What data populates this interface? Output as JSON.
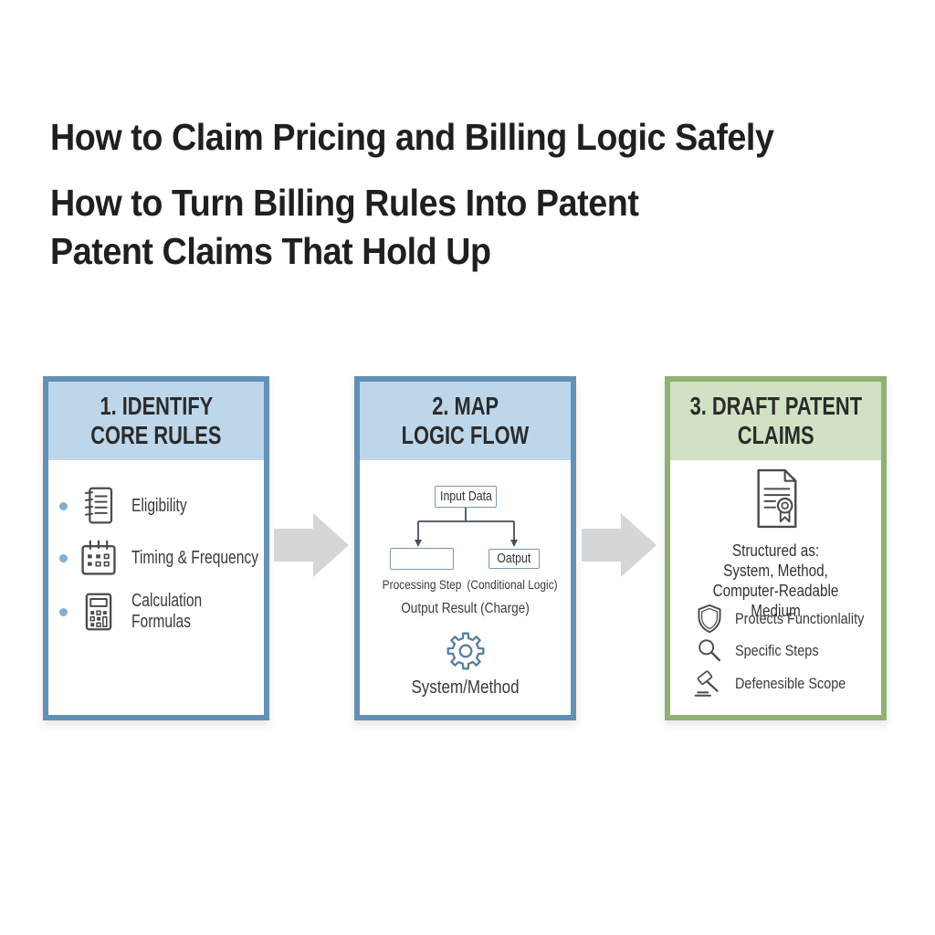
{
  "header": {
    "title": "How to Claim Pricing and Billing Logic Safely",
    "subtitle_line1": "How to Turn Billing Rules Into Patent",
    "subtitle_line2": "Patent Claims That Hold Up"
  },
  "colors": {
    "panel_blue_border": "#6291b7",
    "panel_blue_header_bg": "#bdd6ea",
    "panel_green_border": "#90b173",
    "panel_green_header_bg": "#d1e1c3",
    "arrow_gray": "#d4d6d8",
    "accent_steel_blue": "#54809f",
    "bullet_blue": "#84aecf",
    "title_text": "#1f1f1f",
    "body_text": "#3a3a3a"
  },
  "panels": [
    {
      "step": "1",
      "title_line1": "1. IDENTIFY",
      "title_line2": "CORE RULES",
      "items": [
        {
          "icon": "notepad-icon",
          "label": "Eligibility"
        },
        {
          "icon": "calendar-icon",
          "label": "Timing & Frequency"
        },
        {
          "icon": "calculator-icon",
          "label": "Calculation Formulas"
        }
      ]
    },
    {
      "step": "2",
      "title_line1": "2. MAP",
      "title_line2": "LOGIC FLOW",
      "flow": {
        "input_box_label": "Input Data",
        "processing_box_caption": "Processing Step",
        "output_box_label": "Oatput",
        "output_box_caption": "(Conditional Logic)",
        "result_text": "Output Result (Charge)",
        "gear_icon": "gear-icon",
        "system_label": "System/Method"
      }
    },
    {
      "step": "3",
      "title_line1": "3. DRAFT PATENT",
      "title_line2": "CLAIMS",
      "document_icon": "certificate-document-icon",
      "structured": [
        "Structured as:",
        "System, Method,",
        "Computer-Readable Medium"
      ],
      "items": [
        {
          "icon": "shield-icon",
          "label": "Protects Functionlality"
        },
        {
          "icon": "magnifier-icon",
          "label": "Specific Steps"
        },
        {
          "icon": "gavel-icon",
          "label": "Defenesible Scope"
        }
      ]
    }
  ],
  "arrows": [
    {
      "icon": "arrow-right"
    },
    {
      "icon": "arrow-right"
    }
  ]
}
